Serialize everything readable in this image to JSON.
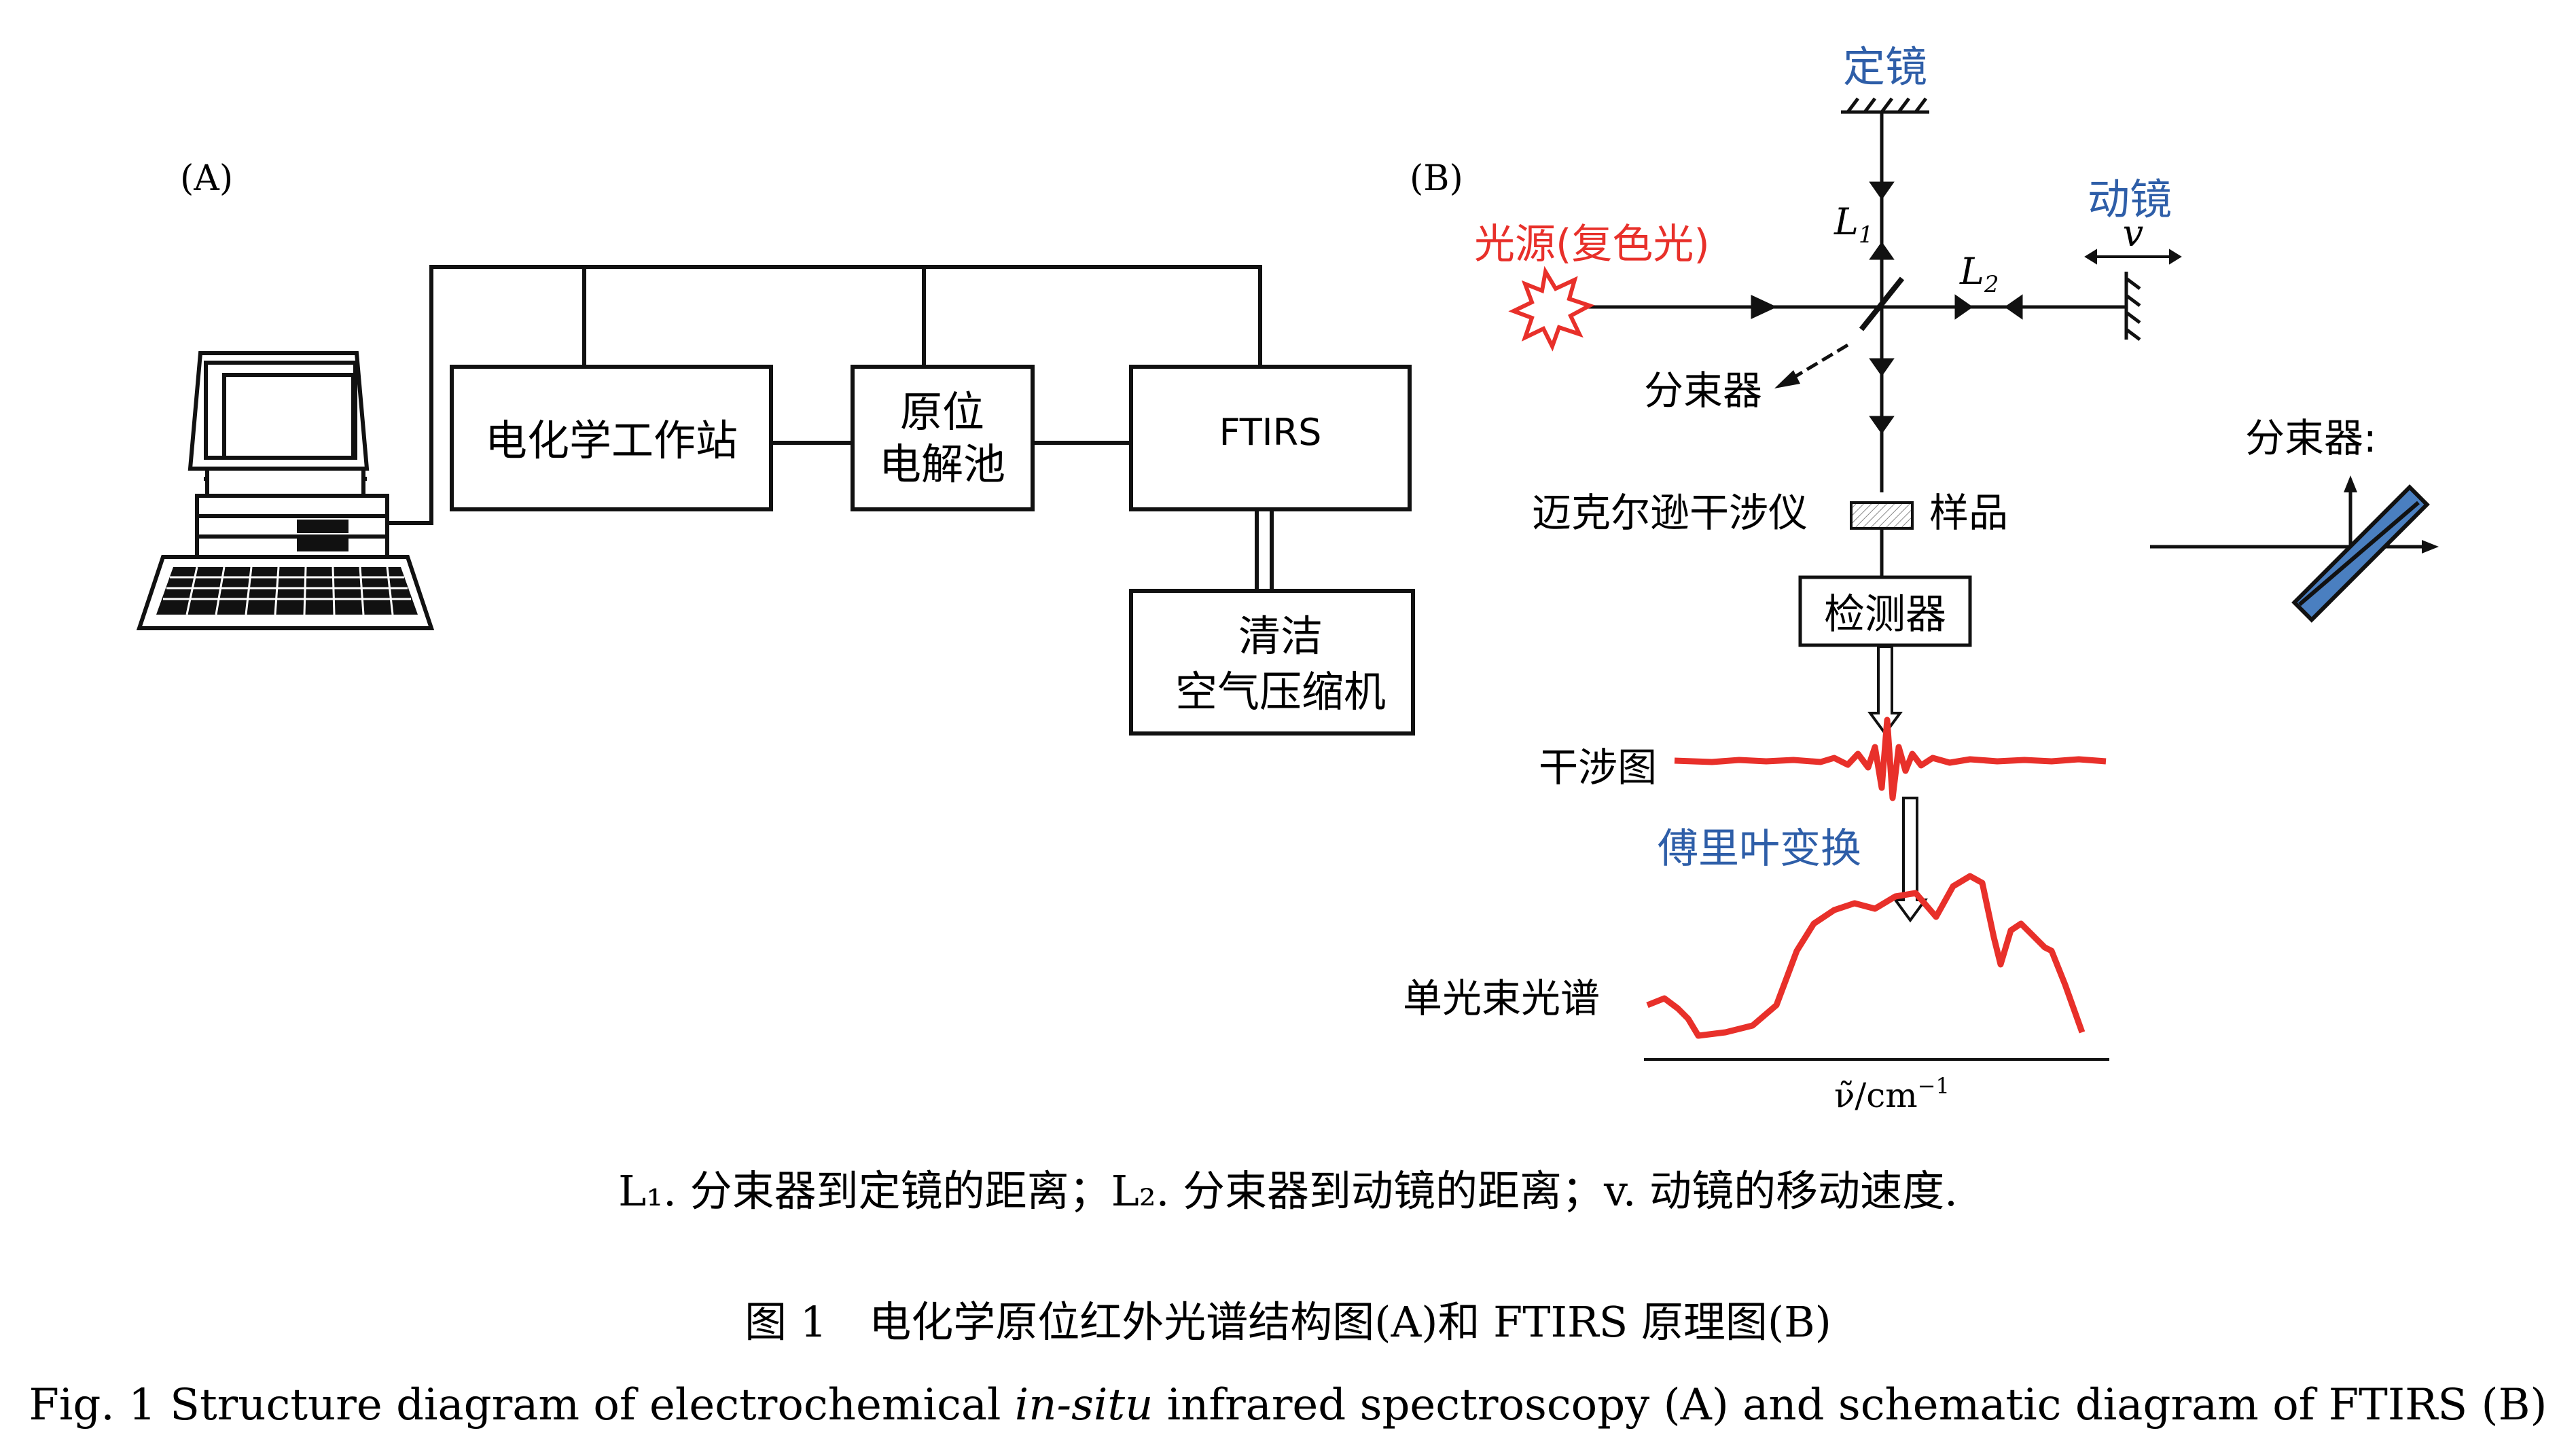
{
  "panel_a": {
    "label": "(A)",
    "boxes": {
      "workstation": "电化学工作站",
      "cell_line1": "原位",
      "cell_line2": "电解池",
      "ftirs": "FTIRS",
      "compressor_line1": "清洁",
      "compressor_line2": "空气压缩机"
    }
  },
  "panel_b": {
    "label": "(B)",
    "fixed_mirror": "定镜",
    "moving_mirror": "动镜",
    "velocity": "v",
    "light_source": "光源(复色光)",
    "L1_main": "L",
    "L1_sub": "1",
    "L2_main": "L",
    "L2_sub": "2",
    "beamsplitter": "分束器",
    "interferometer": "迈克尔逊干涉仪",
    "sample": "样品",
    "detector": "检测器",
    "interferogram": "干涉图",
    "fourier": "傅里叶变换",
    "single_beam": "单光束光谱",
    "axis_label": "ν̃/cm",
    "axis_exp": "−1",
    "beamsplitter_inset": "分束器:"
  },
  "captions": {
    "legend": "L₁. 分束器到定镜的距离；L₂. 分束器到动镜的距离；v. 动镜的移动速度.",
    "chinese": "图 1　电化学原位红外光谱结构图(A)和 FTIRS 原理图(B)",
    "english_pre": "Fig. 1  Structure diagram of electrochemical ",
    "english_italic": "in-situ",
    "english_post": " infrared spectroscopy (A) and schematic diagram of FTIRS (B)"
  },
  "colors": {
    "red": "#e8302a",
    "blue": "#2e5ea8",
    "bs_blue": "#4a7fc0",
    "black": "#111111"
  }
}
